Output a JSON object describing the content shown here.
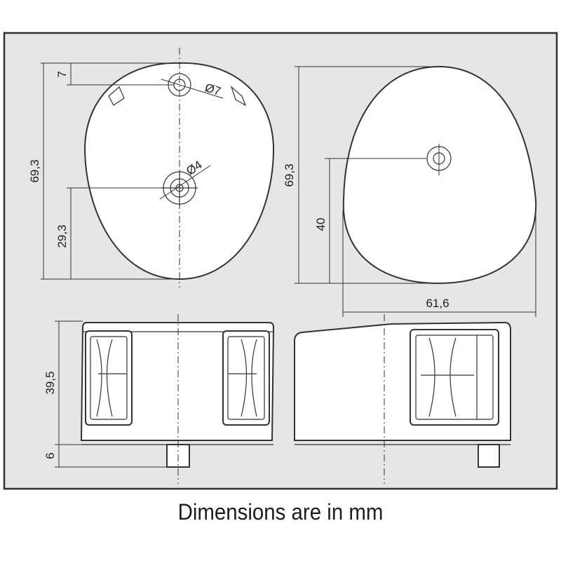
{
  "caption": "Dimensions are in mm",
  "dimensions": {
    "top_hole_offset": "7",
    "top_total_height": "69,3",
    "top_center_height": "29,3",
    "top_hole_dia": "Ø7",
    "center_hole_dia": "Ø4",
    "side_total_height": "69,3",
    "side_hole_height": "40",
    "side_width": "61,6",
    "front_body_height": "39,5",
    "front_stud_height": "6"
  },
  "colors": {
    "frame_background": "#e6e6e6",
    "line": "#333333",
    "body_fill": "#ffffff"
  }
}
